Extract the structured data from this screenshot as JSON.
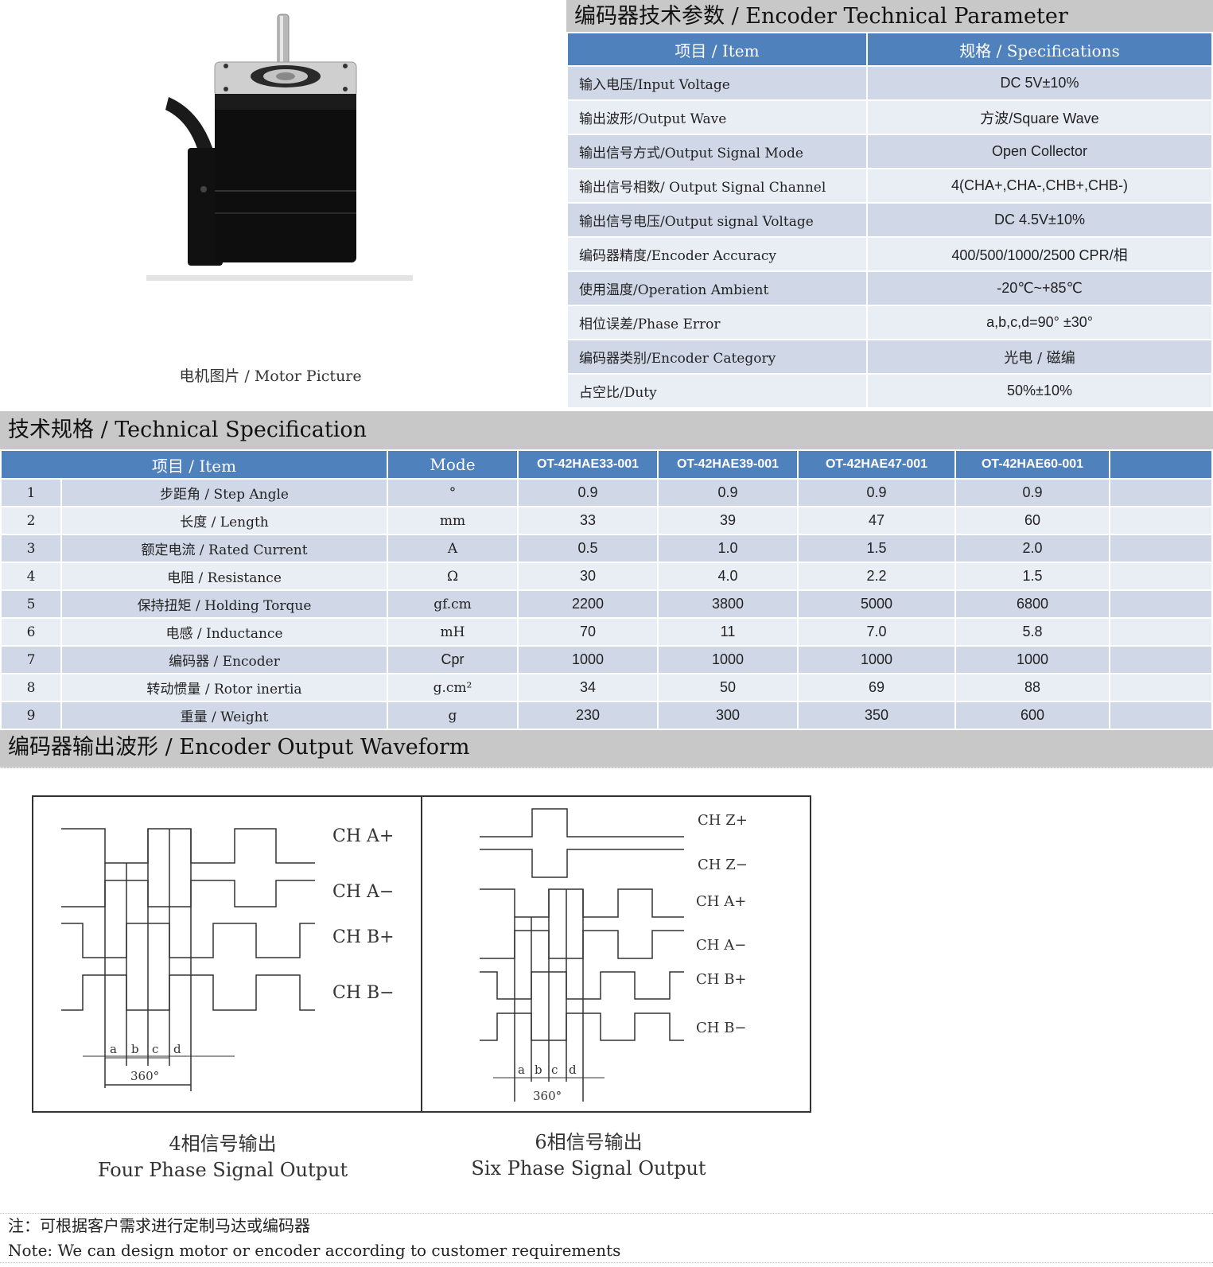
{
  "motor_picture": {
    "caption": "电机图片 / Motor Picture",
    "image_alt": "motor-photo"
  },
  "encoder_parameters": {
    "title": "编码器技术参数 / Encoder Technical Parameter",
    "headers": {
      "item": "项目 / Item",
      "spec": "规格 / Specifications"
    },
    "rows": [
      {
        "item": "输入电压/Input Voltage",
        "spec": "DC 5V±10%"
      },
      {
        "item": "输出波形/Output Wave",
        "spec": "方波/Square Wave"
      },
      {
        "item": "输出信号方式/Output Signal Mode",
        "spec": "Open Collector"
      },
      {
        "item": "输出信号相数/ Output Signal Channel",
        "spec": "4(CHA+,CHA-,CHB+,CHB-)"
      },
      {
        "item": "输出信号电压/Output signal Voltage",
        "spec": "DC 4.5V±10%"
      },
      {
        "item": "编码器精度/Encoder Accuracy",
        "spec": "400/500/1000/2500 CPR/相"
      },
      {
        "item": "使用温度/Operation Ambient",
        "spec": "-20℃~+85℃"
      },
      {
        "item": "相位误差/Phase Error",
        "spec": "a,b,c,d=90° ±30°"
      },
      {
        "item": "编码器类别/Encoder Category",
        "spec": "光电 / 磁编"
      },
      {
        "item": "占空比/Duty",
        "spec": "50%±10%"
      }
    ]
  },
  "technical_specification": {
    "title": "技术规格 / Technical Specification",
    "headers": {
      "item": "项目 / Item",
      "mode": "Mode",
      "models": [
        "OT-42HAE33-001",
        "OT-42HAE39-001",
        "OT-42HAE47-001",
        "OT-42HAE60-001",
        ""
      ]
    },
    "rows": [
      {
        "no": "1",
        "item": "步距角 / Step Angle",
        "unit": "°",
        "values": [
          "0.9",
          "0.9",
          "0.9",
          "0.9",
          ""
        ]
      },
      {
        "no": "2",
        "item": "长度 / Length",
        "unit": "mm",
        "values": [
          "33",
          "39",
          "47",
          "60",
          ""
        ]
      },
      {
        "no": "3",
        "item": "额定电流 / Rated Current",
        "unit": "A",
        "values": [
          "0.5",
          "1.0",
          "1.5",
          "2.0",
          ""
        ]
      },
      {
        "no": "4",
        "item": "电阻 / Resistance",
        "unit": "Ω",
        "values": [
          "30",
          "4.0",
          "2.2",
          "1.5",
          ""
        ]
      },
      {
        "no": "5",
        "item": "保持扭矩 / Holding Torque",
        "unit": "gf.cm",
        "values": [
          "2200",
          "3800",
          "5000",
          "6800",
          ""
        ]
      },
      {
        "no": "6",
        "item": "电感 / Inductance",
        "unit": "mH",
        "values": [
          "70",
          "11",
          "7.0",
          "5.8",
          ""
        ]
      },
      {
        "no": "7",
        "item": "编码器 / Encoder",
        "unit": "Cpr",
        "values": [
          "1000",
          "1000",
          "1000",
          "1000",
          ""
        ]
      },
      {
        "no": "8",
        "item": "转动惯量 / Rotor inertia",
        "unit": "g.cm²",
        "values": [
          "34",
          "50",
          "69",
          "88",
          ""
        ]
      },
      {
        "no": "9",
        "item": "重量 / Weight",
        "unit": "g",
        "values": [
          "230",
          "300",
          "350",
          "600",
          ""
        ]
      }
    ]
  },
  "waveform": {
    "title": "编码器输出波形 / Encoder Output Waveform",
    "four_phase": {
      "channels": [
        "CH  A+",
        "CH  A−",
        "CH  B+",
        "CH  B−"
      ],
      "segments": [
        "a",
        "b",
        "c",
        "d"
      ],
      "period_label": "360°",
      "caption_cn": "4相信号输出",
      "caption_en": "Four Phase Signal Output"
    },
    "six_phase": {
      "channels": [
        "CH  Z+",
        "CH  Z−",
        "CH  A+",
        "CH  A−",
        "CH  B+",
        "CH  B−"
      ],
      "segments": [
        "a",
        "b",
        "c",
        "d"
      ],
      "period_label": "360°",
      "caption_cn": "6相信号输出",
      "caption_en": "Six Phase Signal Output"
    }
  },
  "note": {
    "cn": "注：可根据客户需求进行定制马达或编码器",
    "en": "Note: We can design motor or encoder according to customer requirements"
  },
  "colors": {
    "header_blue": "#4f81bd",
    "row_dark": "#d0d8e8",
    "row_light": "#e9edf4",
    "section_gray": "#c8c8c8"
  }
}
